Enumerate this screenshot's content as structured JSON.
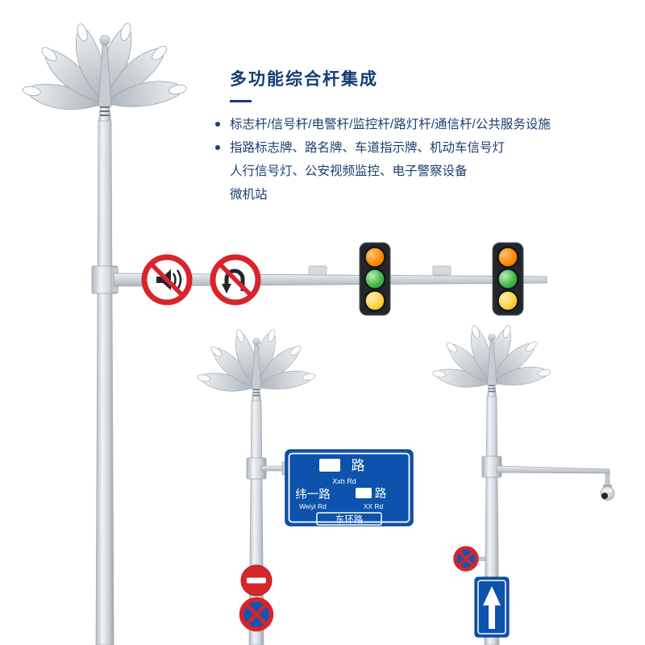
{
  "header": {
    "title": "多功能综合杆集成",
    "title_color": "#143c74",
    "text_color": "#1c3e6e",
    "bullet1": "标志杆/信号杆/电警杆/监控杆/路灯杆/通信杆/公共服务设施",
    "bullet2_line1": "指路标志牌、路名牌、车道指示牌、机动车信号灯",
    "bullet2_line2": "人行信号灯、公安视频监控、电子警察设备",
    "bullet2_line3": "微机站"
  },
  "illustration": {
    "guide_sign": {
      "bg_color": "#0d52ad",
      "row1_char": "路",
      "row1_sub": "Xxh Rd",
      "row2_left_name": "纬一路",
      "row2_left_sub": "Weiyi Rd",
      "row2_right_char": "路",
      "row2_right_sub": "XX Rd",
      "bottom_name": "东环路"
    },
    "traffic_light": {
      "housing_color": "#23272c",
      "light_colors_top_to_bottom": [
        "#ff8a00",
        "#45b649",
        "#ffd23f"
      ]
    },
    "signs": {
      "arm_signs": [
        "no-horn",
        "no-u-turn"
      ],
      "mid_pole_signs": [
        "no-entry",
        "no-stopping"
      ],
      "right_pole_signs": [
        "no-stopping",
        "straight-ahead-arrow"
      ],
      "sign_red": "#d8242b",
      "sign_blue": "#0d52ad"
    }
  }
}
